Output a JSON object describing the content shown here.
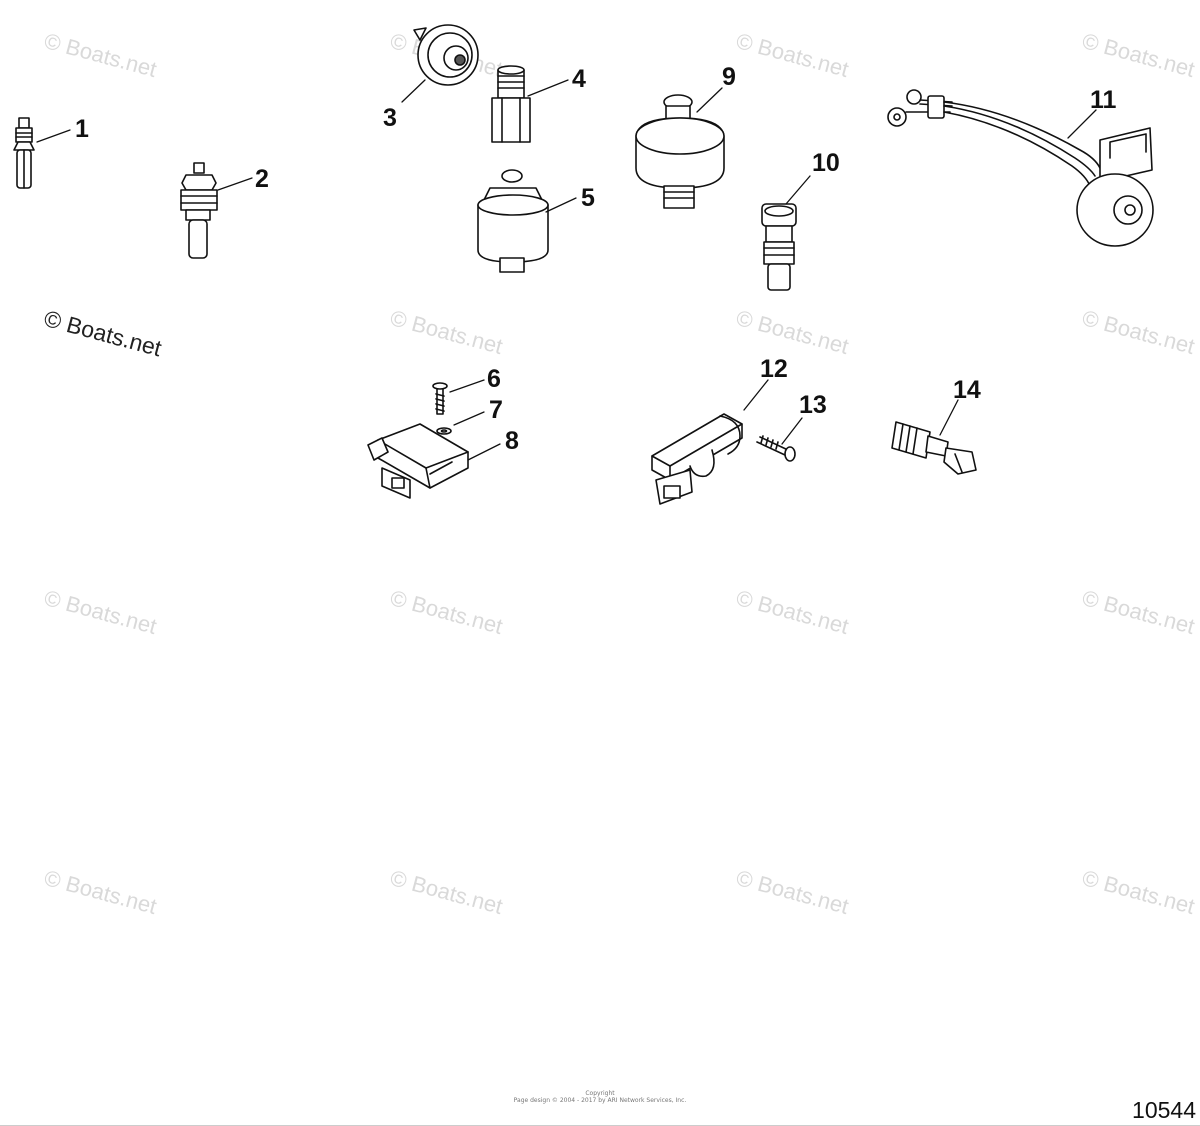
{
  "diagram": {
    "callouts": [
      "1",
      "2",
      "3",
      "4",
      "5",
      "6",
      "7",
      "8",
      "9",
      "10",
      "11",
      "12",
      "13",
      "14"
    ],
    "watermark_text": "© Boats.net",
    "copyright_line1": "Copyright",
    "copyright_line2": "Page design © 2004 - 2017 by ARI Network Services, Inc.",
    "figure_id": "10544"
  }
}
